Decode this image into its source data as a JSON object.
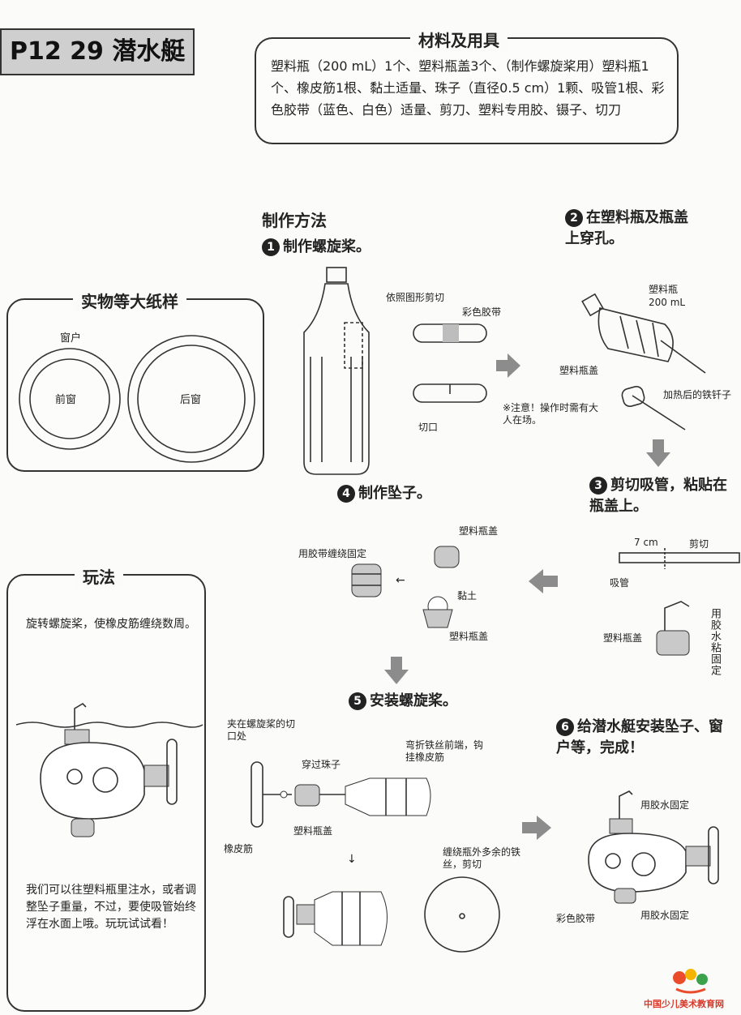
{
  "page_title": "P12  29  潜水艇",
  "materials": {
    "title": "材料及用具",
    "text": "塑料瓶（200 mL）1个、塑料瓶盖3个、（制作螺旋桨用）塑料瓶1个、橡皮筋1根、黏土适量、珠子（直径0.5 cm）1颗、吸管1根、彩色胶带（蓝色、白色）适量、剪刀、塑料专用胶、镊子、切刀"
  },
  "method_title": "制作方法",
  "steps": {
    "s1": {
      "num": "1",
      "title": "制作螺旋桨。"
    },
    "s2": {
      "num": "2",
      "title": "在塑料瓶及瓶盖上穿孔。"
    },
    "s3": {
      "num": "3",
      "title": "剪切吸管，粘贴在瓶盖上。"
    },
    "s4": {
      "num": "4",
      "title": "制作坠子。"
    },
    "s5": {
      "num": "5",
      "title": "安装螺旋桨。"
    },
    "s6": {
      "num": "6",
      "title": "给潜水艇安装坠子、窗户等，完成！"
    }
  },
  "template_box": {
    "title": "实物等大纸样",
    "window_label": "窗户",
    "front": "前窗",
    "back": "后窗"
  },
  "play_box": {
    "title": "玩法",
    "text1": "旋转螺旋桨，使橡皮筋缠绕数周。",
    "text2": "我们可以往塑料瓶里注水，或者调整坠子重量，不过，要使吸管始终浮在水面上哦。玩玩试试看！"
  },
  "labels": {
    "cut_by_shape": "依照图形剪切",
    "color_tape": "彩色胶带",
    "cut_slot": "切口",
    "bottle_200": "塑料瓶",
    "bottle_200_vol": "200 mL",
    "cap": "塑料瓶盖",
    "hot_wire": "加热后的铁钎子",
    "notice": "※注意！操作时需有大人在场。",
    "seven_cm": "7 cm",
    "cut": "剪切",
    "straw": "吸管",
    "glue_fix_vertical": "用胶水粘固定",
    "cap2": "塑料瓶盖",
    "tape_wrap": "用胶带缠绕固定",
    "cap3": "塑料瓶盖",
    "clay": "黏土",
    "cap4": "塑料瓶盖",
    "clip_slot": "夹在螺旋桨的切口处",
    "through_bead": "穿过珠子",
    "bend_wire": "弯折铁丝前端，钩挂橡皮筋",
    "rubber_band": "橡皮筋",
    "cap5": "塑料瓶盖",
    "wrap_wire": "缠绕瓶外多余的铁丝，剪切",
    "glue_fix": "用胶水固定",
    "color_tape2": "彩色胶带",
    "glue_fix2": "用胶水固定"
  },
  "watermark": "中国少儿美术教育网"
}
